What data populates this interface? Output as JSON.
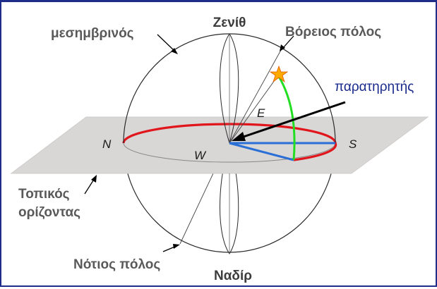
{
  "labels": {
    "zenith": "Ζενίθ",
    "meridian": "μεσημβρινός",
    "north_pole": "Βόρειος πόλος",
    "observer": "παρατηρητής",
    "local_horizon_line1": "Τοπικός",
    "local_horizon_line2": "ορίζοντας",
    "south_pole": "Νότιος πόλος",
    "nadir": "Ναδίρ"
  },
  "directions": {
    "north": "N",
    "south": "S",
    "east": "E",
    "west": "W"
  },
  "colors": {
    "border": "#1f2d8a",
    "horizon_plane": "#d9d6d6",
    "horizon_circle": "#e0161c",
    "star_path": "#22dd22",
    "azimuth_line": "#2a6fd6",
    "star": "#ffaa00",
    "observer_label": "#1a2a8c"
  }
}
